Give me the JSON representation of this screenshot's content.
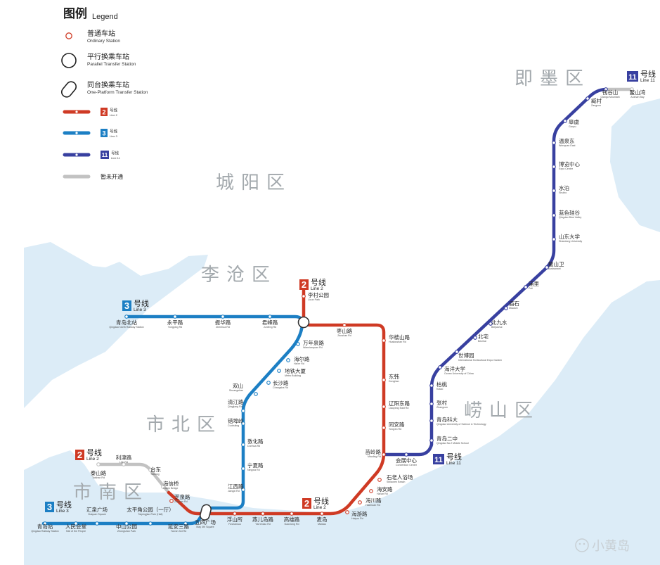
{
  "legend": {
    "title_cn": "图例",
    "title_en": "Legend",
    "ordinary": {
      "cn": "普通车站",
      "en": "Ordinary Station"
    },
    "parallel": {
      "cn": "平行换乘车站",
      "en": "Parallel Transfer Station"
    },
    "platform": {
      "cn": "同台换乘车站",
      "en": "One-Platform Transfer Station"
    },
    "line2": {
      "num": "2",
      "cn": "号线",
      "en": "Line 2"
    },
    "line3": {
      "num": "3",
      "cn": "号线",
      "en": "Line 3"
    },
    "line11": {
      "num": "11",
      "cn": "号线",
      "en": "Line 11"
    },
    "unopened": {
      "cn": "暂未开通"
    }
  },
  "colors": {
    "line2": "#cf3a24",
    "line3": "#1c7fc4",
    "line11": "#3840a0",
    "unopened": "#c2c2c2",
    "sea": "#dcecf7",
    "district": "#a3a9ad"
  },
  "districts": {
    "jimo": "即墨区",
    "chengyang": "城阳区",
    "licang": "李沧区",
    "shibei": "市北区",
    "shinan": "市南区",
    "laoshan": "崂山区"
  },
  "badges": {
    "l3_top": {
      "num": "3",
      "cn": "号线",
      "en": "Line 3"
    },
    "l2_top": {
      "num": "2",
      "cn": "号线",
      "en": "Line 2"
    },
    "l11_top": {
      "num": "11",
      "cn": "号线",
      "en": "Line 11"
    },
    "l11_mid": {
      "num": "11",
      "cn": "号线",
      "en": "Line 11"
    },
    "l2_left": {
      "num": "2",
      "cn": "号线",
      "en": "Line 2"
    },
    "l3_left": {
      "num": "3",
      "cn": "号线",
      "en": "Line 3"
    },
    "l2_bottom": {
      "num": "2",
      "cn": "号线",
      "en": "Line 2"
    }
  },
  "stations": {
    "qingdao_north": {
      "cn": "青岛北站",
      "en": "Qingdao North Railway Station"
    },
    "yongping": {
      "cn": "永平路",
      "en": "Yongping Rd"
    },
    "zhenhua": {
      "cn": "振华路",
      "en": "Zhenhua Rd"
    },
    "junfeng": {
      "cn": "君峰路",
      "en": "Junfeng Rd"
    },
    "licun": {
      "cn": "李村",
      "en": "Licun"
    },
    "licun_park": {
      "cn": "李村公园",
      "en": "Licun Park"
    },
    "zaoshan": {
      "cn": "枣山路",
      "en": "Zaoshan Rd"
    },
    "wannianquan": {
      "cn": "万年泉路",
      "en": "Wannianquan Rd"
    },
    "haier": {
      "cn": "海尔路",
      "en": "Hai'er Rd"
    },
    "ditie": {
      "cn": "地铁大厦",
      "en": "Metro Building"
    },
    "changsha": {
      "cn": "长沙路",
      "en": "Changsha Rd"
    },
    "shuangshan": {
      "cn": "双山",
      "en": "Shuangshan"
    },
    "qingjiang": {
      "cn": "清江路",
      "en": "Qingjiang Rd"
    },
    "dunhua_ling": {
      "cn": "错埠岭",
      "en": "Cuobuling"
    },
    "dunhua": {
      "cn": "敦化路",
      "en": "Dunhua Rd"
    },
    "ningxia": {
      "cn": "宁夏路",
      "en": "Ningxia Rd"
    },
    "jiangxi": {
      "cn": "江西路",
      "en": "Jiangxi Rd"
    },
    "huaxin": {
      "cn": "华楼山路",
      "en": "Hualoushan Rd"
    },
    "dongzhen": {
      "cn": "东韩",
      "en": "Donghan"
    },
    "liaoyang_east": {
      "cn": "辽阳东路",
      "en": "Liaoyang East Rd"
    },
    "tongan": {
      "cn": "同安路",
      "en": "Tong'an Rd"
    },
    "miaoling": {
      "cn": "苗岭路",
      "en": "Miaoling Rd"
    },
    "huizhan": {
      "cn": "会展中心",
      "en": "Convention Center"
    },
    "shilaoren": {
      "cn": "石老人浴场",
      "en": "Shilaoren Beach"
    },
    "haian": {
      "cn": "海安路",
      "en": "Hai'an Rd"
    },
    "haichuan": {
      "cn": "海川路",
      "en": "Haichuan Rd"
    },
    "haiyou": {
      "cn": "海游路",
      "en": "Haiyou Rd"
    },
    "maidao": {
      "cn": "麦岛",
      "en": "Maidao"
    },
    "gaoxiong": {
      "cn": "高雄路",
      "en": "Gaoxiong Rd"
    },
    "yaner": {
      "cn": "燕儿岛路",
      "en": "Yan'erdao Rd"
    },
    "fushansuo": {
      "cn": "浮山所",
      "en": "Fushansuo"
    },
    "wusi": {
      "cn": "五四广场",
      "en": "May 4th Square"
    },
    "zhiquan": {
      "cn": "芝泉路",
      "en": "Zhiquan Rd"
    },
    "haixin": {
      "cn": "海信桥",
      "en": "Haixin Bridge"
    },
    "taidong": {
      "cn": "台东",
      "en": "Taidong"
    },
    "lijin": {
      "cn": "利津路",
      "en": "Lijin Rd"
    },
    "taishan": {
      "cn": "泰山路",
      "en": "Taishan Rd"
    },
    "yanan3": {
      "cn": "延安三路",
      "en": "Yan'an 3rd Rd"
    },
    "taipingjiao": {
      "cn": "太平角公园（一厅）",
      "en": "Taipingjiao Park (Hall)"
    },
    "zhongshan": {
      "cn": "中山公园",
      "en": "Zhongshan Park"
    },
    "huiquan": {
      "cn": "汇泉广场",
      "en": "Huiquan Square"
    },
    "renmin": {
      "cn": "人民会堂",
      "en": "Hall of the People"
    },
    "qingdao": {
      "cn": "青岛站",
      "en": "Qingdao Railway Station"
    },
    "qingdao_no2": {
      "cn": "青岛二中",
      "en": "Qingdao No.2 Middle School"
    },
    "keda": {
      "cn": "青岛科大",
      "en": "Qingdao University of Science & Technology"
    },
    "zhangcun": {
      "cn": "张村",
      "en": "Zhangcun"
    },
    "gaojiazhuang": {
      "cn": "枯桃",
      "en": "Kutao"
    },
    "haida": {
      "cn": "海洋大学",
      "en": "Ocean University of China"
    },
    "shiboyuan": {
      "cn": "世博园",
      "en": "International Horticultural Expo Garden"
    },
    "beizhai": {
      "cn": "北宅",
      "en": "Beizhai"
    },
    "beijiushui": {
      "cn": "北九水",
      "en": "Beijiushui"
    },
    "miaoshi": {
      "cn": "庙石",
      "en": "Miaoshi"
    },
    "puli": {
      "cn": "浦里",
      "en": "Puli"
    },
    "aoshanwei": {
      "cn": "鳌山卫",
      "en": "Aoshanwei"
    },
    "shanda": {
      "cn": "山东大学",
      "en": "Shandong University"
    },
    "lanse": {
      "cn": "蓝色硅谷",
      "en": "Qingdao Blue Valley"
    },
    "shuibo": {
      "cn": "水泊",
      "en": "Shuibo"
    },
    "bolanzhongxin": {
      "cn": "博览中心",
      "en": "Expo Center"
    },
    "wenquandong": {
      "cn": "温泉东",
      "en": "Wenquan East"
    },
    "gouzhuang": {
      "cn": "皋虞",
      "en": "Gaoyu"
    },
    "zhenchun": {
      "cn": "臧村",
      "en": "Zangcun"
    },
    "zhanshi": {
      "cn": "钱谷山",
      "en": "Qiangu Mountain"
    },
    "aoshanwan": {
      "cn": "鳌山湾",
      "en": "Aoshan Bay"
    }
  },
  "watermark": "小黄岛"
}
